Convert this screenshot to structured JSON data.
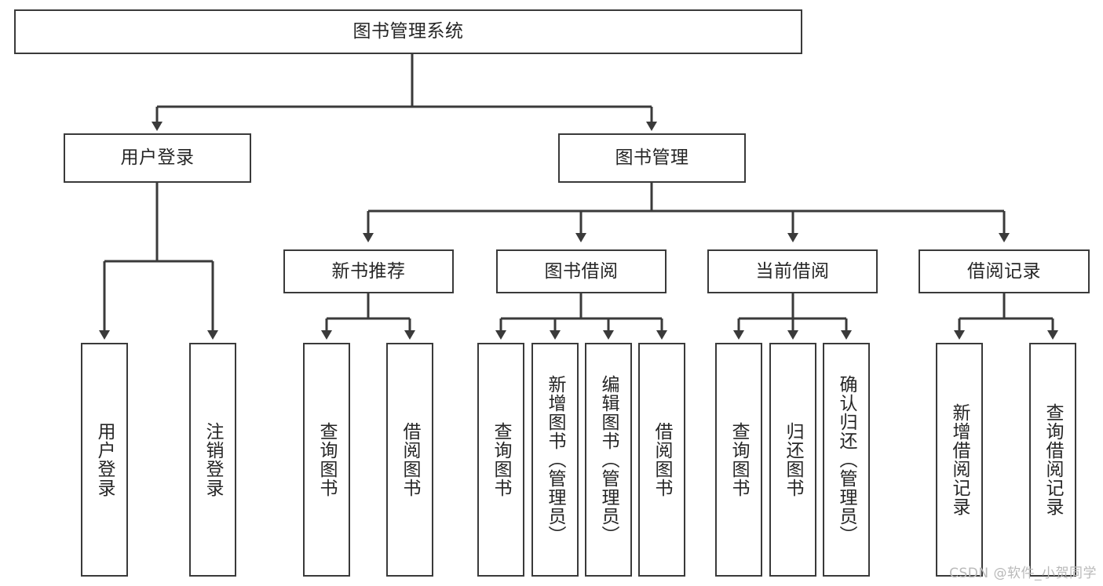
{
  "diagram": {
    "title": "图书管理系统",
    "type": "tree-hierarchy-diagram",
    "colors": {
      "box_border": "#3a3a3a",
      "box_fill": "#ffffff",
      "connector": "#3a3a3a",
      "text": "#262626",
      "watermark": "#b9b9b9",
      "background": "#ffffff"
    },
    "root": {
      "label": "图书管理系统"
    },
    "level2": [
      {
        "label": "用户登录"
      },
      {
        "label": "图书管理"
      }
    ],
    "level3": [
      {
        "label": "新书推荐"
      },
      {
        "label": "图书借阅"
      },
      {
        "label": "当前借阅"
      },
      {
        "label": "借阅记录"
      }
    ],
    "leaves": {
      "user_login": [
        {
          "label": "用户登录"
        },
        {
          "label": "注销登录"
        }
      ],
      "new_book_recommend": [
        {
          "label": "查询图书"
        },
        {
          "label": "借阅图书"
        }
      ],
      "book_borrow": [
        {
          "label": "查询图书"
        },
        {
          "label": "新增图书（管理员）"
        },
        {
          "label": "编辑图书（管理员）"
        },
        {
          "label": "借阅图书"
        }
      ],
      "current_borrow": [
        {
          "label": "查询图书"
        },
        {
          "label": "归还图书"
        },
        {
          "label": "确认归还（管理员）"
        }
      ],
      "borrow_record": [
        {
          "label": "新增借阅记录"
        },
        {
          "label": "查询借阅记录"
        }
      ]
    }
  },
  "watermark": {
    "text": "CSDN @软件_小贺同学"
  }
}
